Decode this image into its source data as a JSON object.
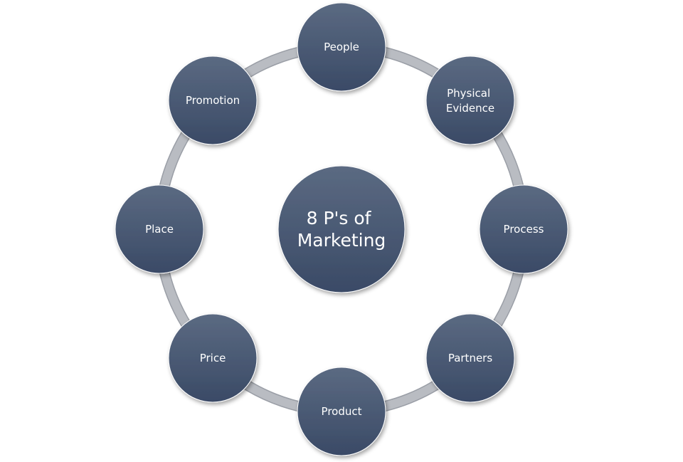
{
  "center": {
    "lines": [
      "8 P's of",
      "Marketing"
    ]
  },
  "nodes": [
    {
      "id": "people",
      "lines": [
        "People"
      ]
    },
    {
      "id": "physical-evidence",
      "lines": [
        "Physical",
        "Evidence"
      ]
    },
    {
      "id": "process",
      "lines": [
        "Process"
      ]
    },
    {
      "id": "partners",
      "lines": [
        "Partners"
      ]
    },
    {
      "id": "product",
      "lines": [
        "Product"
      ]
    },
    {
      "id": "price",
      "lines": [
        "Price"
      ]
    },
    {
      "id": "place",
      "lines": [
        "Place"
      ]
    },
    {
      "id": "promotion",
      "lines": [
        "Promotion"
      ]
    }
  ],
  "colors": {
    "node_fill_top": "#5b6a82",
    "node_fill_bottom": "#3a4a66",
    "ring": "#b9bcc2",
    "ring_edge": "#9a9ea6",
    "text": "#ffffff"
  }
}
